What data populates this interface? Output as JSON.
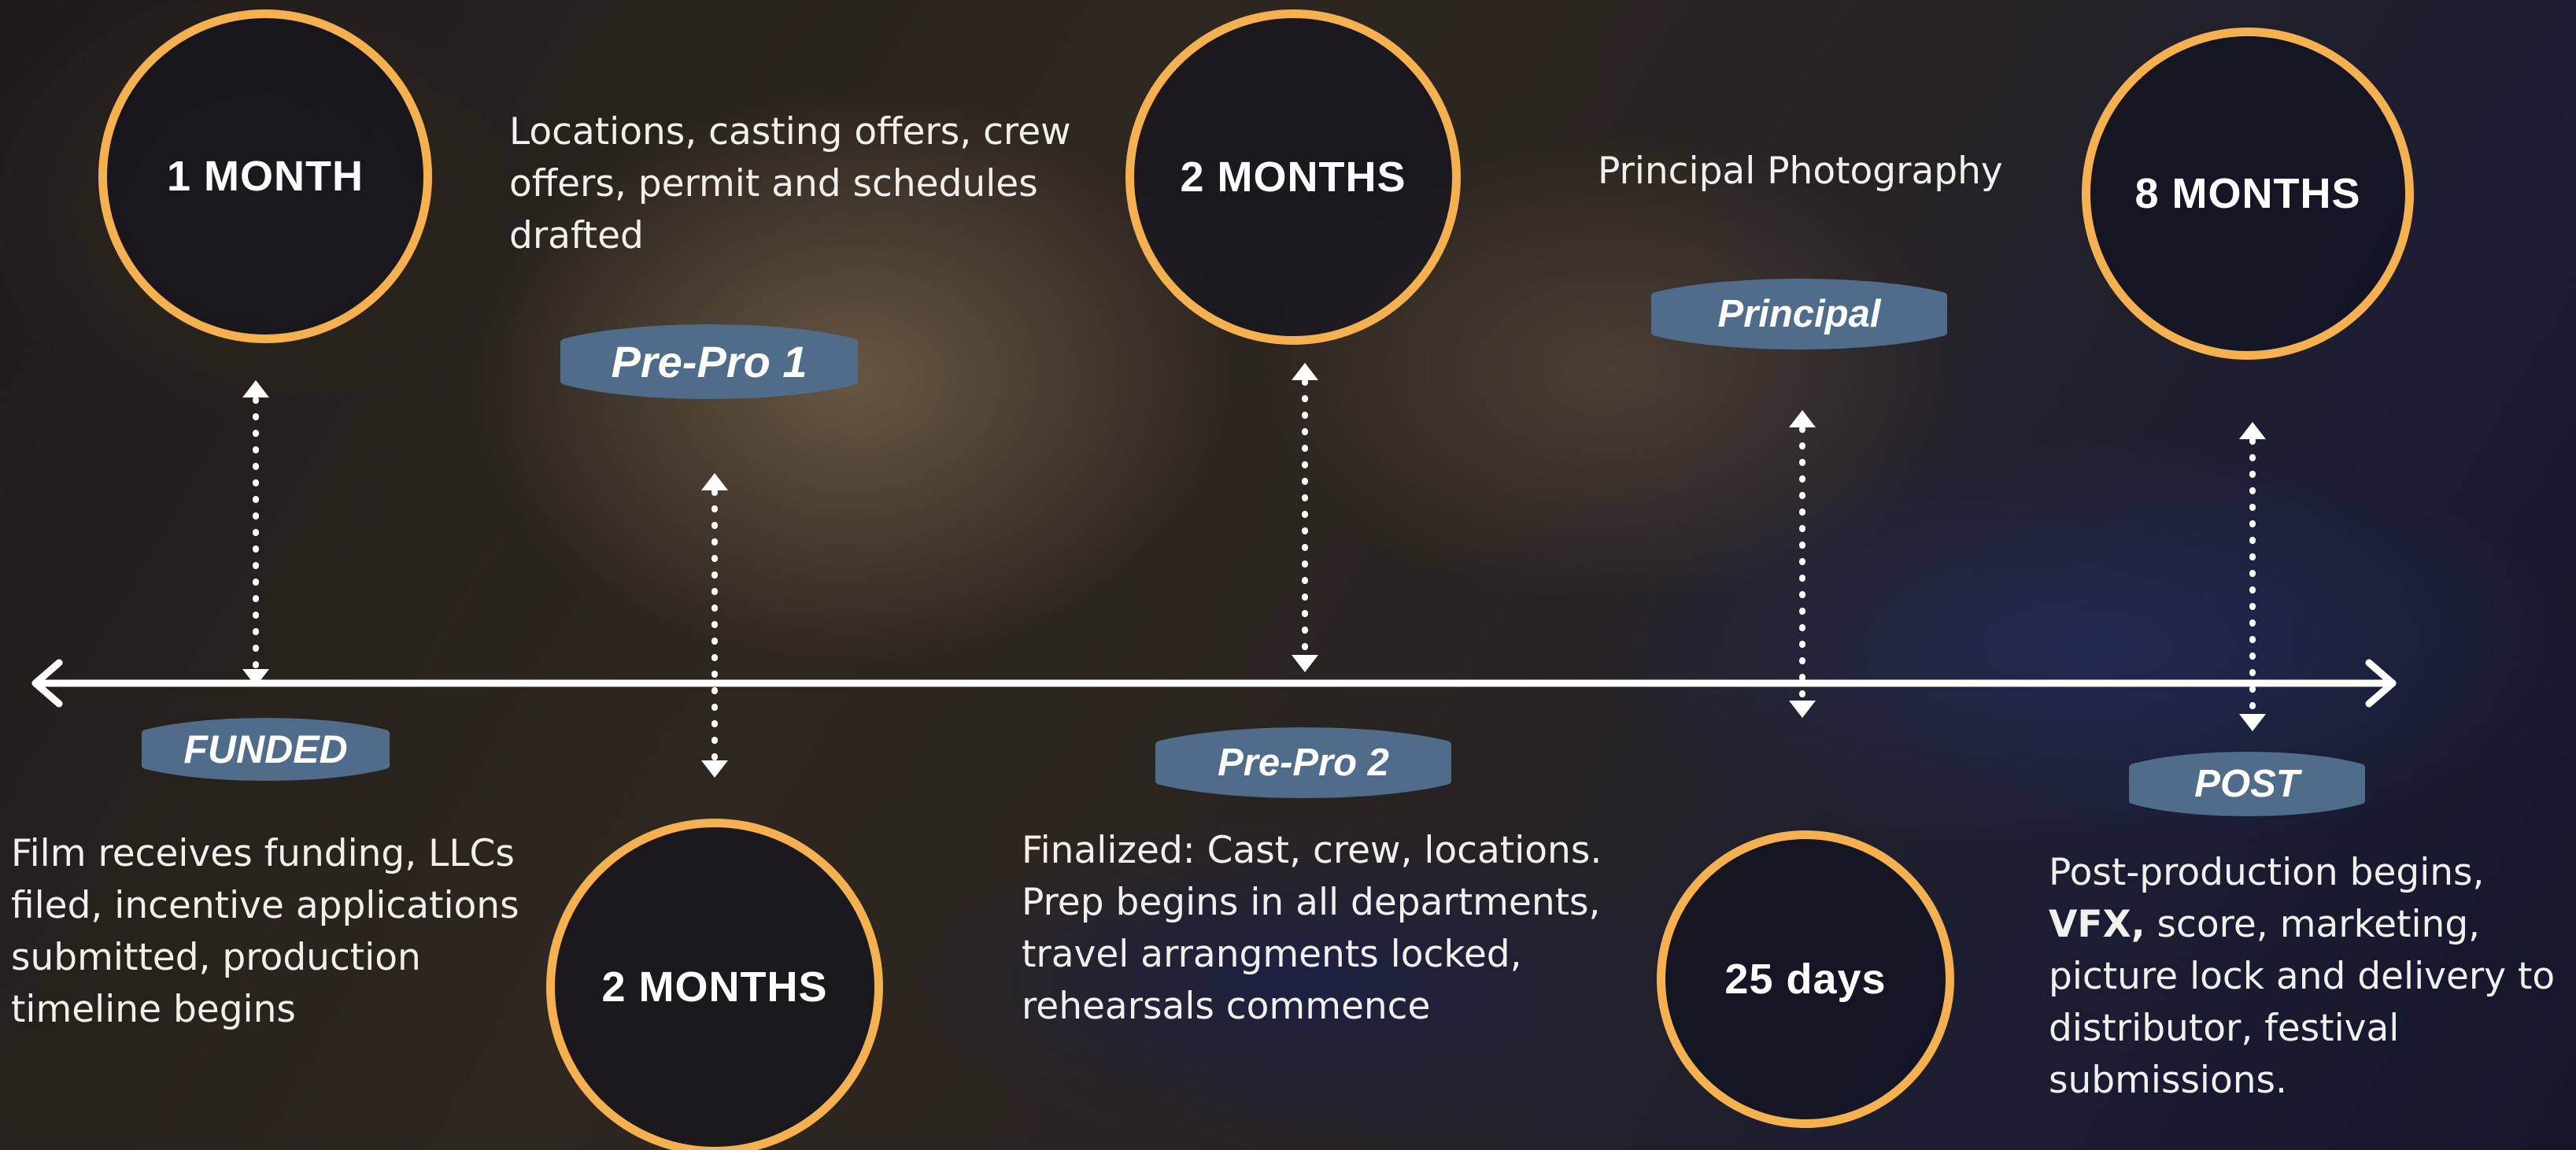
{
  "milestones": [
    {
      "key": "funded",
      "label": "FUNDED",
      "duration": "1 MONTH",
      "description": "Film receives funding, LLCs filed, incentive applications submitted, production timeline begins"
    },
    {
      "key": "prepro1",
      "label": "Pre-Pro 1",
      "duration": "2 MONTHS",
      "description": "Locations, casting offers, crew offers, permit and schedules drafted"
    },
    {
      "key": "prepro2",
      "label": "Pre-Pro 2",
      "duration": "2 MONTHS",
      "description": "Finalized: Cast, crew, locations. Prep begins in all departments, travel arrangments locked, rehearsals commence"
    },
    {
      "key": "principal",
      "label": "Principal",
      "duration": "25 days",
      "description": "Principal Photography"
    },
    {
      "key": "post",
      "label": "POST",
      "duration": "8 MONTHS",
      "description_bold": "VFX,",
      "description_before": "Post-production begins, ",
      "description_after": " score, marketing, picture lock and delivery to distributor, festival submissions."
    }
  ],
  "colors": {
    "circle_border": "#f6b14f",
    "pill_fill": "#4f6d8a",
    "line": "#ffffff",
    "text": "#f2f0ec"
  }
}
